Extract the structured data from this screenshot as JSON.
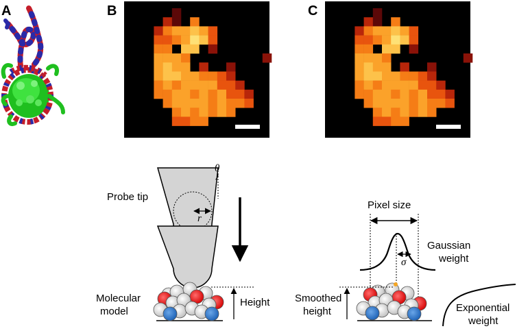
{
  "panels": {
    "a": {
      "label": "A"
    },
    "b": {
      "label": "B"
    },
    "c": {
      "label": "C"
    }
  },
  "tip_diagram": {
    "probe_tip": "Probe tip",
    "theta": "θ",
    "r": "r",
    "molecular_model_line1": "Molecular",
    "molecular_model_line2": "model",
    "height": "Height"
  },
  "smoothing_diagram": {
    "pixel_size": "Pixel size",
    "gaussian_line1": "Gaussian",
    "gaussian_line2": "weight",
    "sigma": "σ",
    "smoothed_line1": "Smoothed",
    "smoothed_line2": "height",
    "exponential_line1": "Exponential",
    "exponential_line2": "weight"
  },
  "heatmap": {
    "rows": [
      "....1...........",
      "...31.5.........",
      "..3566764.......",
      "..4456874.......",
      "..55.77.2.......",
      "..6665........2.",
      "..6766.3..2.....",
      "..677665543.....",
      "..5656666443....",
      "..55665656443...",
      "...5666656554...",
      "....5656565.....",
      "....4455........",
      "................"
    ],
    "palette": {
      "1": "#5c0808",
      "2": "#8a1208",
      "3": "#b8260a",
      "4": "#e8540e",
      "5": "#f57d16",
      "6": "#fba22a",
      "7": "#fdc24a",
      "8": "#fee176"
    }
  }
}
